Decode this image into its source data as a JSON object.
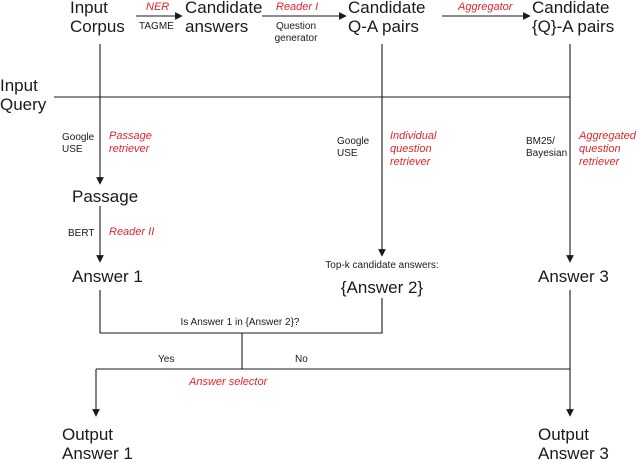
{
  "nodes": {
    "input_corpus": "Input\nCorpus",
    "candidate_answers": "Candidate\nanswers",
    "candidate_qa_pairs": "Candidate\nQ-A pairs",
    "candidate_q_a_pairs": "Candidate\n{Q}-A pairs",
    "input_query": "Input\nQuery",
    "passage": "Passage",
    "answer1": "Answer 1",
    "answer2": "{Answer 2}",
    "answer3": "Answer 3",
    "output1": "Output\nAnswer 1",
    "output3": "Output\nAnswer 3"
  },
  "edge_labels": {
    "ner": "NER",
    "tagme": "TAGME",
    "reader1": "Reader I",
    "question_generator": "Question\ngenerator",
    "aggregator": "Aggregator",
    "google_use_1": "Google\nUSE",
    "passage_retriever": "Passage\nretriever",
    "google_use_2": "Google\nUSE",
    "individual_retriever": "Individual\nquestion\nretriever",
    "bm25": "BM25/\nBayesian",
    "aggregated_retriever": "Aggregated\nquestion\nretriever",
    "bert": "BERT",
    "reader2": "Reader II",
    "topk": "Top-k candidate answers:",
    "condition": "Is Answer 1 in {Answer 2}?",
    "yes": "Yes",
    "no": "No",
    "answer_selector": "Answer selector"
  }
}
